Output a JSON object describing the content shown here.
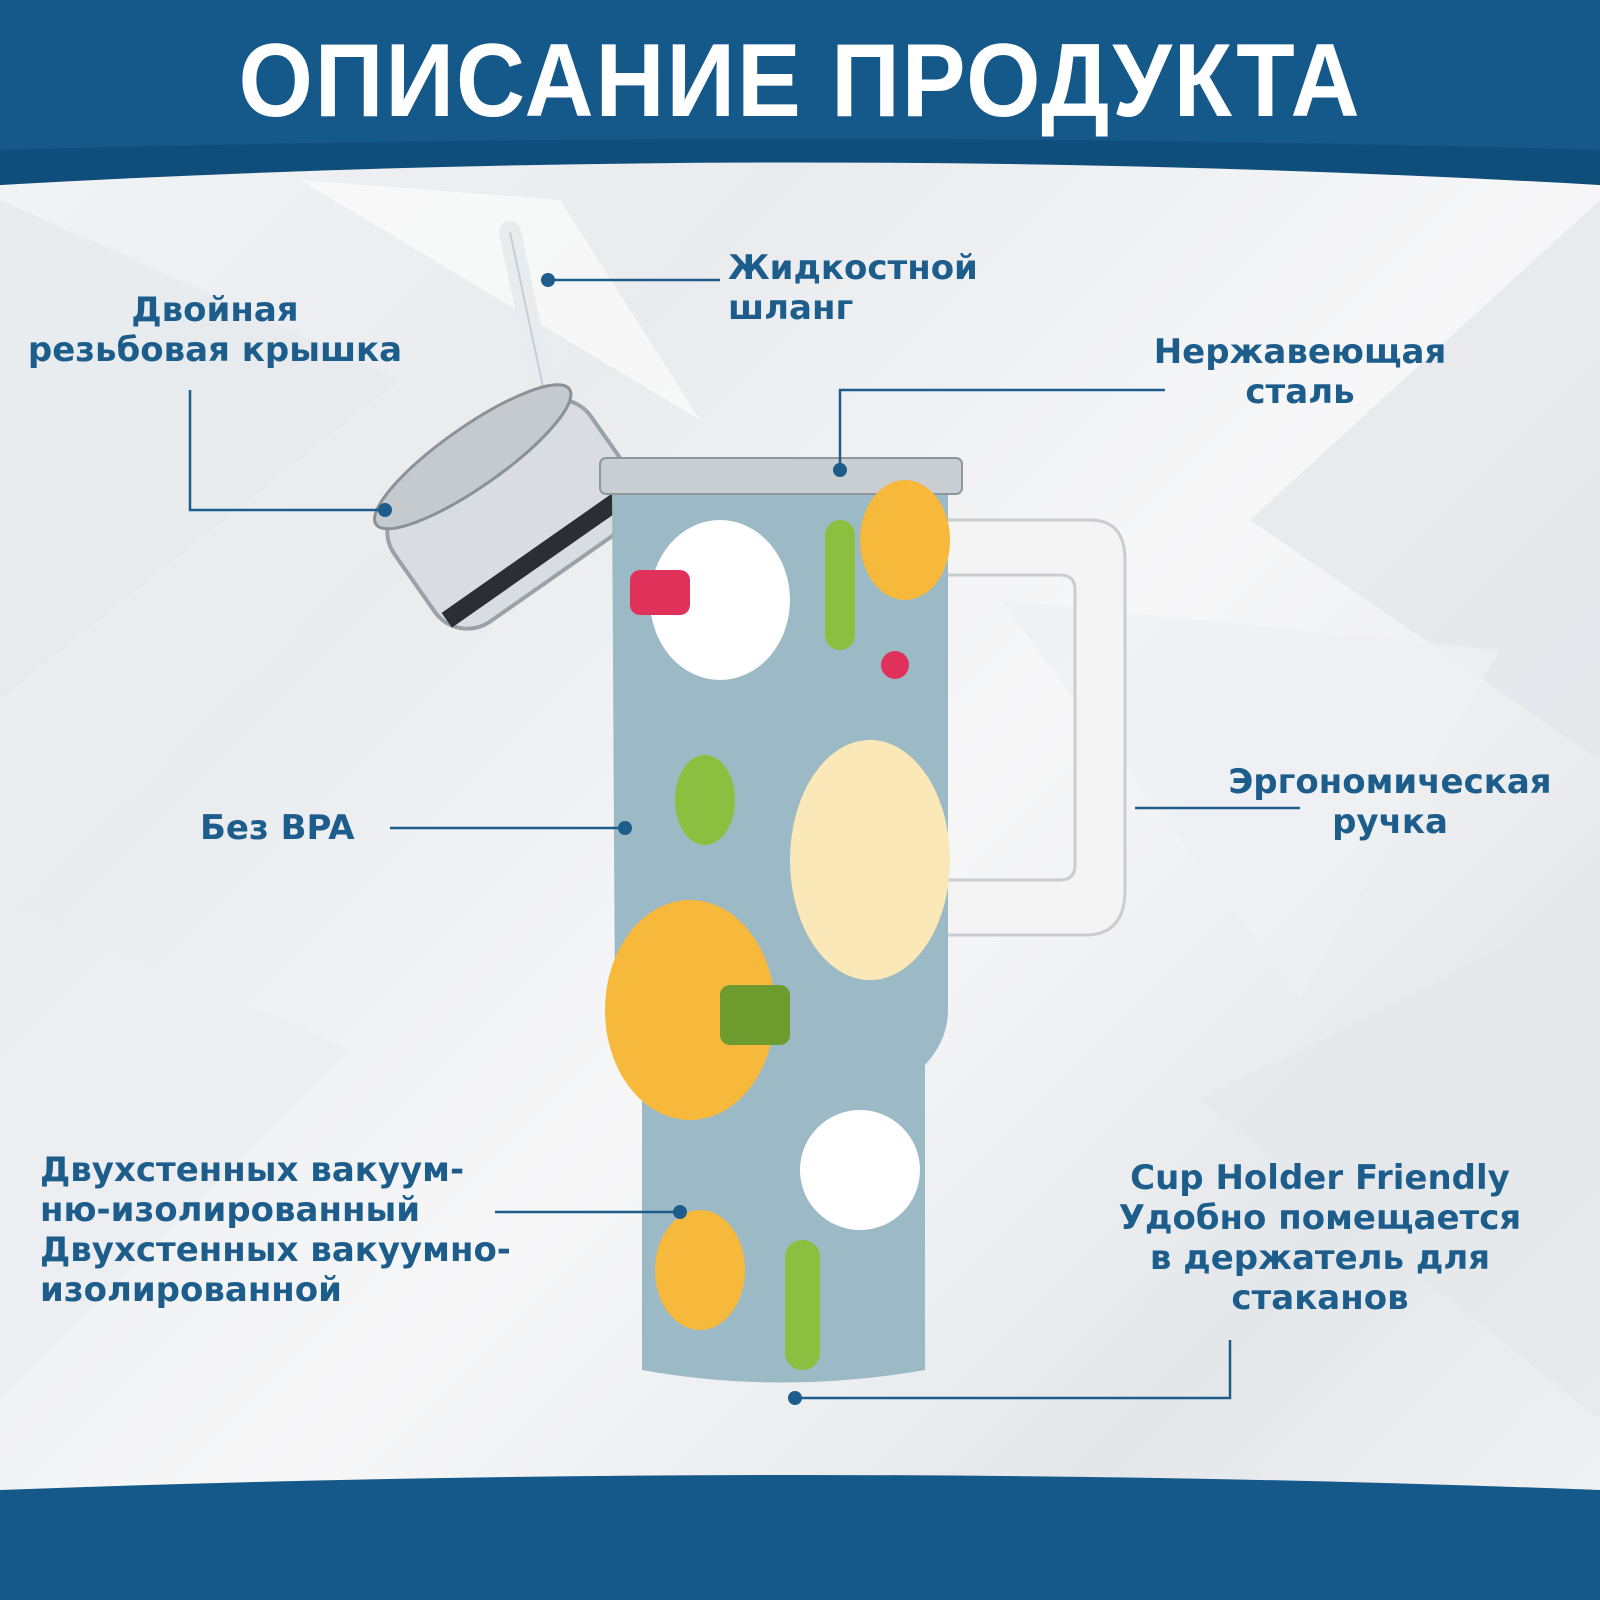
{
  "header": {
    "title": "ОПИСАНИЕ ПРОДУКТА"
  },
  "colors": {
    "brand_blue": "#15598a",
    "label_blue": "#1d5d8c",
    "tumbler_body": "#9cb9c6"
  },
  "callouts": {
    "lid": {
      "lines": [
        "Двойная",
        "резьбовая крышка"
      ]
    },
    "straw": {
      "lines": [
        "Жидкостной",
        "шланг"
      ]
    },
    "steel": {
      "lines": [
        "Нержавеющая",
        "сталь"
      ]
    },
    "handle": {
      "lines": [
        "Эргономическая",
        "ручка"
      ]
    },
    "bpa": {
      "lines": [
        "Без BPA"
      ]
    },
    "insulation": {
      "lines": [
        "Двухстенных вакуум-",
        "ню-изолированный",
        "Двухстенных вакуумно-",
        "изолированной"
      ]
    },
    "cup_holder": {
      "lines": [
        "Cup Holder Friendly",
        "Удобно помещается",
        "в держатель для",
        "стаканов"
      ]
    }
  }
}
